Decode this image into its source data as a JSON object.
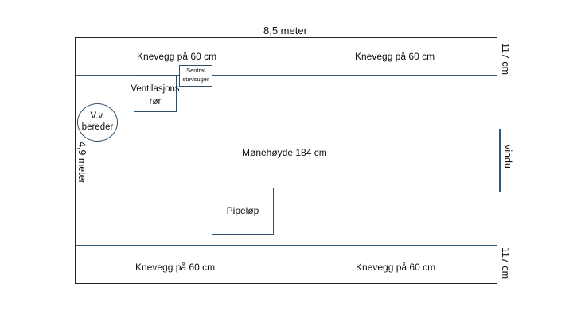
{
  "plan": {
    "width_label": "8,5 meter",
    "depth_label": "4,9 meter",
    "ridge_label": "Mønehøyde 184 cm",
    "knee_wall_label": "Knevegg på 60 cm",
    "knee_depth_top_label": "117 cm",
    "knee_depth_bottom_label": "117 cm",
    "window_label": "vindu",
    "ventilation": {
      "line1": "Ventilasjons",
      "line2": "rør"
    },
    "central_vacuum": {
      "line1": "Sentral",
      "line2": "støvsuger"
    },
    "water_heater": {
      "line1": "V.v.",
      "line2": "bereder"
    },
    "chimney_label": "Pipeløp"
  }
}
